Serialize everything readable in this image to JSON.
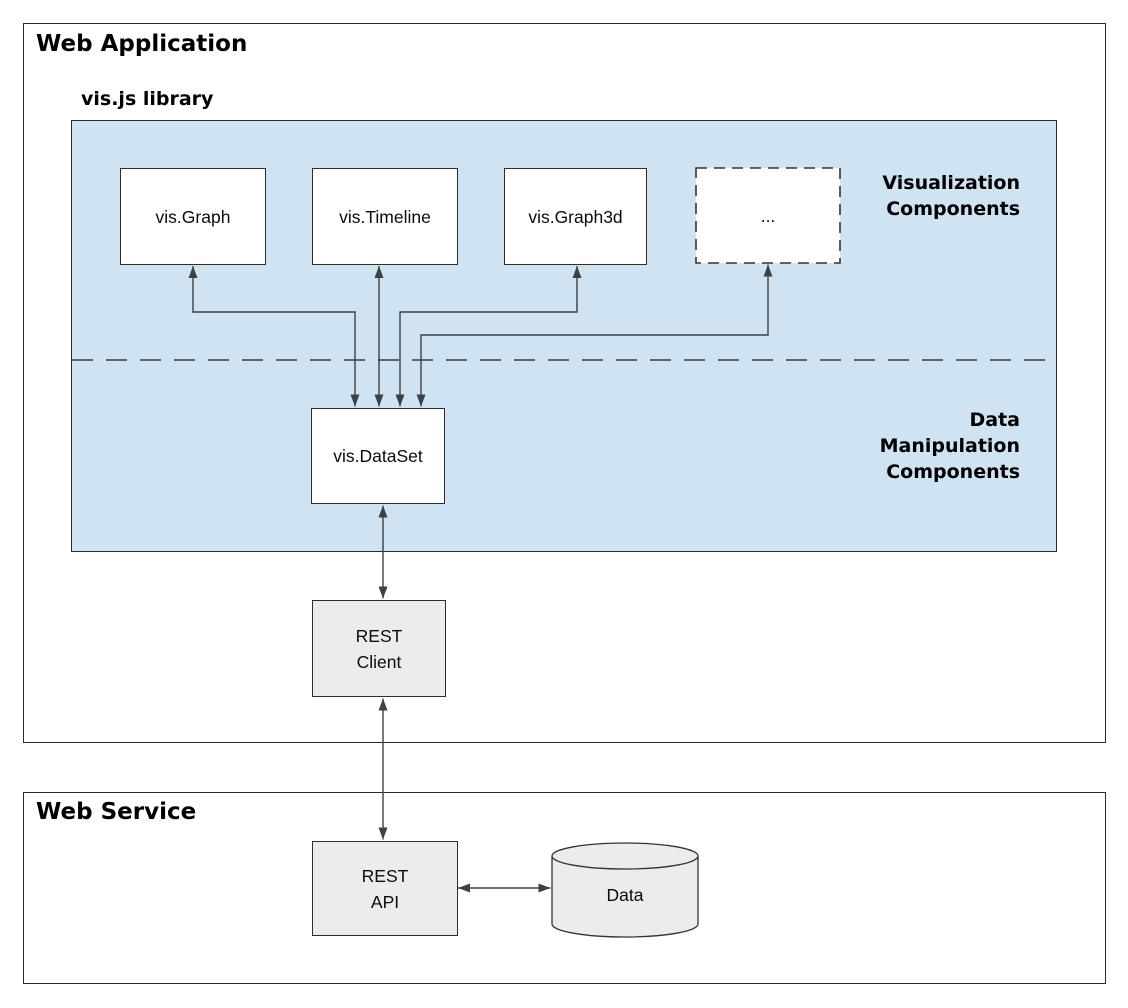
{
  "titles": {
    "web_application": "Web Application",
    "web_service": "Web Service",
    "visjs_library": "vis.js library"
  },
  "section_labels": {
    "visualization": "Visualization\nComponents",
    "data_manipulation": "Data\nManipulation\nComponents"
  },
  "nodes": {
    "vis_graph": "vis.Graph",
    "vis_timeline": "vis.Timeline",
    "vis_graph3d": "vis.Graph3d",
    "more_components": "...",
    "vis_dataset": "vis.DataSet",
    "rest_client": "REST\nClient",
    "rest_api": "REST\nAPI",
    "data_store": "Data"
  },
  "colors": {
    "library_panel_background": "#cfe3f2",
    "component_box_background": "#ffffff",
    "service_box_background": "#ececec",
    "panel_border": "#2b2b2b",
    "arrow": "#404040"
  }
}
